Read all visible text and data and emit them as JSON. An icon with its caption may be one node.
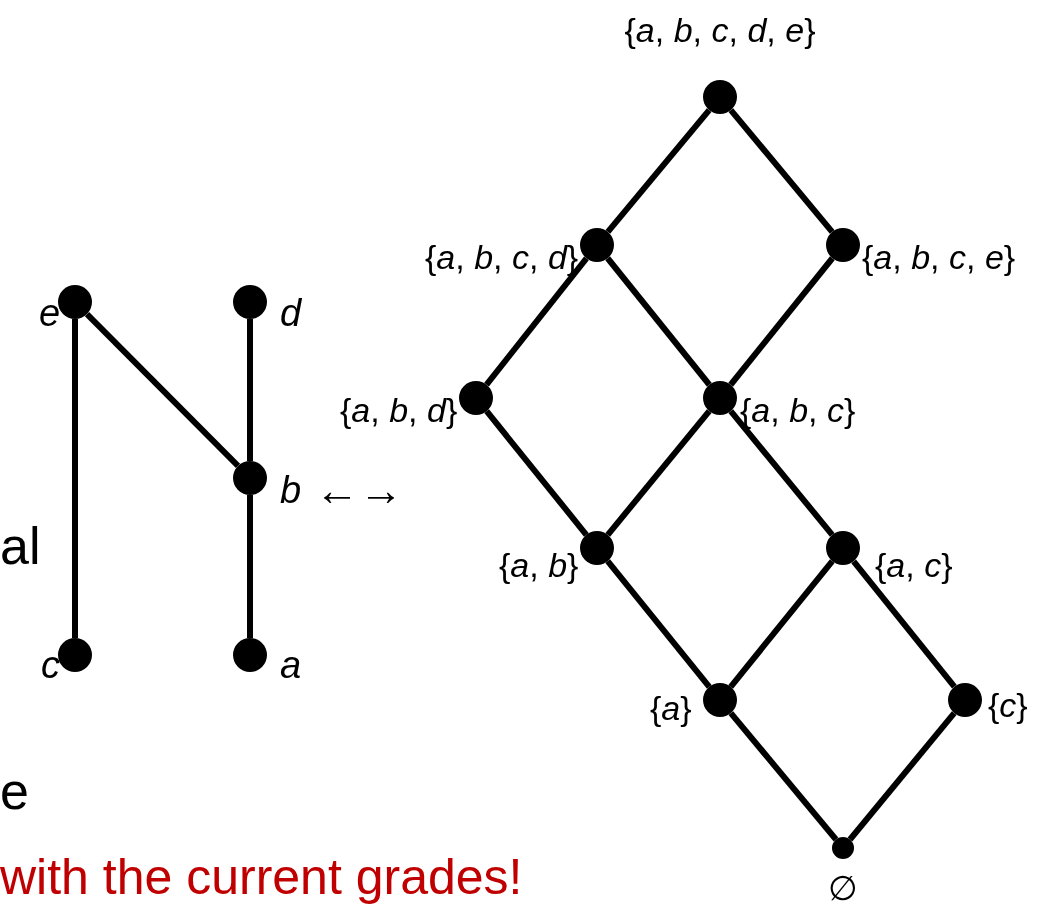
{
  "diagram": {
    "nodes": [
      {
        "text": [],
        "shape": "circle",
        "beside": [
          "e"
        ]
      },
      {
        "text": [],
        "shape": "circle",
        "beside": [
          "d"
        ]
      },
      {
        "text": [],
        "shape": "circle",
        "beside": [
          "b"
        ]
      },
      {
        "text": [],
        "shape": "circle",
        "beside": [
          "c"
        ]
      },
      {
        "text": [],
        "shape": "circle",
        "beside": [
          "a"
        ]
      },
      {
        "text": [],
        "shape": "circle",
        "beside": [
          "{*a*, *b*, *c*, *d*, *e*}"
        ]
      },
      {
        "text": [],
        "shape": "circle",
        "beside": [
          "{*a*, *b*, *c*, *d*}"
        ]
      },
      {
        "text": [],
        "shape": "circle",
        "beside": [
          "{*a*, *b*, *c*, *e*}"
        ]
      },
      {
        "text": [],
        "shape": "circle",
        "beside": [
          "{*a*, *b*, *d*}"
        ]
      },
      {
        "text": [],
        "shape": "circle",
        "beside": [
          "{*a*, *b*, *c*}"
        ]
      },
      {
        "text": [],
        "shape": "circle",
        "beside": [
          "{*a*, *b*}"
        ]
      },
      {
        "text": [],
        "shape": "circle",
        "beside": [
          "{*a*, *c*}"
        ]
      },
      {
        "text": [],
        "shape": "circle",
        "beside": [
          "{*a*}"
        ]
      },
      {
        "text": [],
        "shape": "circle",
        "beside": [
          "{*c*}"
        ]
      },
      {
        "text": [],
        "shape": "circle",
        "beside": [
          "∅"
        ]
      }
    ],
    "edges": [
      {
        "from": 0,
        "to": 3,
        "arrow": "none"
      },
      {
        "from": 0,
        "to": 2,
        "arrow": "none"
      },
      {
        "from": 1,
        "to": 2,
        "arrow": "none"
      },
      {
        "from": 2,
        "to": 4,
        "arrow": "none"
      },
      {
        "from": 5,
        "to": 6,
        "arrow": "none"
      },
      {
        "from": 5,
        "to": 7,
        "arrow": "none"
      },
      {
        "from": 6,
        "to": 8,
        "arrow": "none"
      },
      {
        "from": 6,
        "to": 9,
        "arrow": "none"
      },
      {
        "from": 7,
        "to": 9,
        "arrow": "none"
      },
      {
        "from": 8,
        "to": 10,
        "arrow": "none"
      },
      {
        "from": 9,
        "to": 10,
        "arrow": "none"
      },
      {
        "from": 9,
        "to": 11,
        "arrow": "none"
      },
      {
        "from": 10,
        "to": 12,
        "arrow": "none"
      },
      {
        "from": 11,
        "to": 12,
        "arrow": "none"
      },
      {
        "from": 11,
        "to": 13,
        "arrow": "none"
      },
      {
        "from": 12,
        "to": 14,
        "arrow": "none"
      },
      {
        "from": 13,
        "to": 14,
        "arrow": "none"
      }
    ],
    "labels": [
      "←→",
      "al",
      "e",
      "with the current grades!"
    ]
  }
}
